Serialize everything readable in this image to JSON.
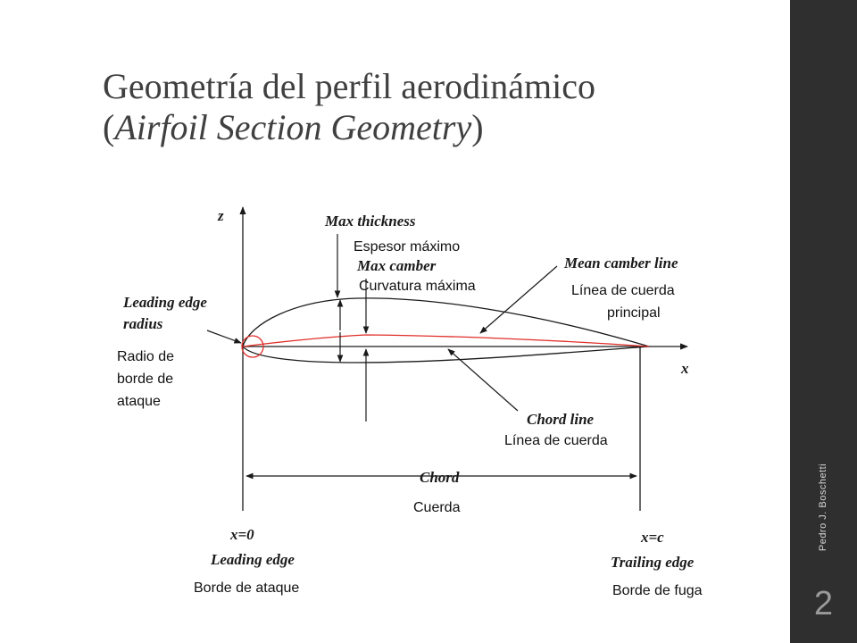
{
  "slide": {
    "title_main": "Geometría del perfil aerodinámico",
    "title_open": "(",
    "title_en": "Airfoil Section Geometry",
    "title_close": ")",
    "author": "Pedro J. Boschetti",
    "page_number": "2"
  },
  "diagram": {
    "axis_z": "z",
    "axis_x": "x",
    "max_thickness_en": "Max thickness",
    "max_thickness_es": "Espesor máximo",
    "max_camber_en": "Max camber",
    "max_camber_es": "Curvatura máxima",
    "mean_camber_line_en": "Mean camber line",
    "mean_camber_line_es_1": "Línea de cuerda",
    "mean_camber_line_es_2": "principal",
    "leading_edge_radius_en_1": "Leading edge",
    "leading_edge_radius_en_2": "radius",
    "leading_edge_radius_es_1": "Radio de",
    "leading_edge_radius_es_2": "borde de",
    "leading_edge_radius_es_3": "ataque",
    "chord_line_en": "Chord line",
    "chord_line_es": "Línea de cuerda",
    "chord_en": "Chord",
    "chord_es": "Cuerda",
    "x0_label": "x=0",
    "leading_edge_en": "Leading edge",
    "leading_edge_es": "Borde de ataque",
    "xc_label": "x=c",
    "trailing_edge_en": "Trailing edge",
    "trailing_edge_es": "Borde de fuga",
    "colors": {
      "camber_line": "#e0302a",
      "leading_edge_circle": "#e0302a",
      "lines": "#1a1a1a",
      "sidebar": "#2f2f2f"
    }
  }
}
